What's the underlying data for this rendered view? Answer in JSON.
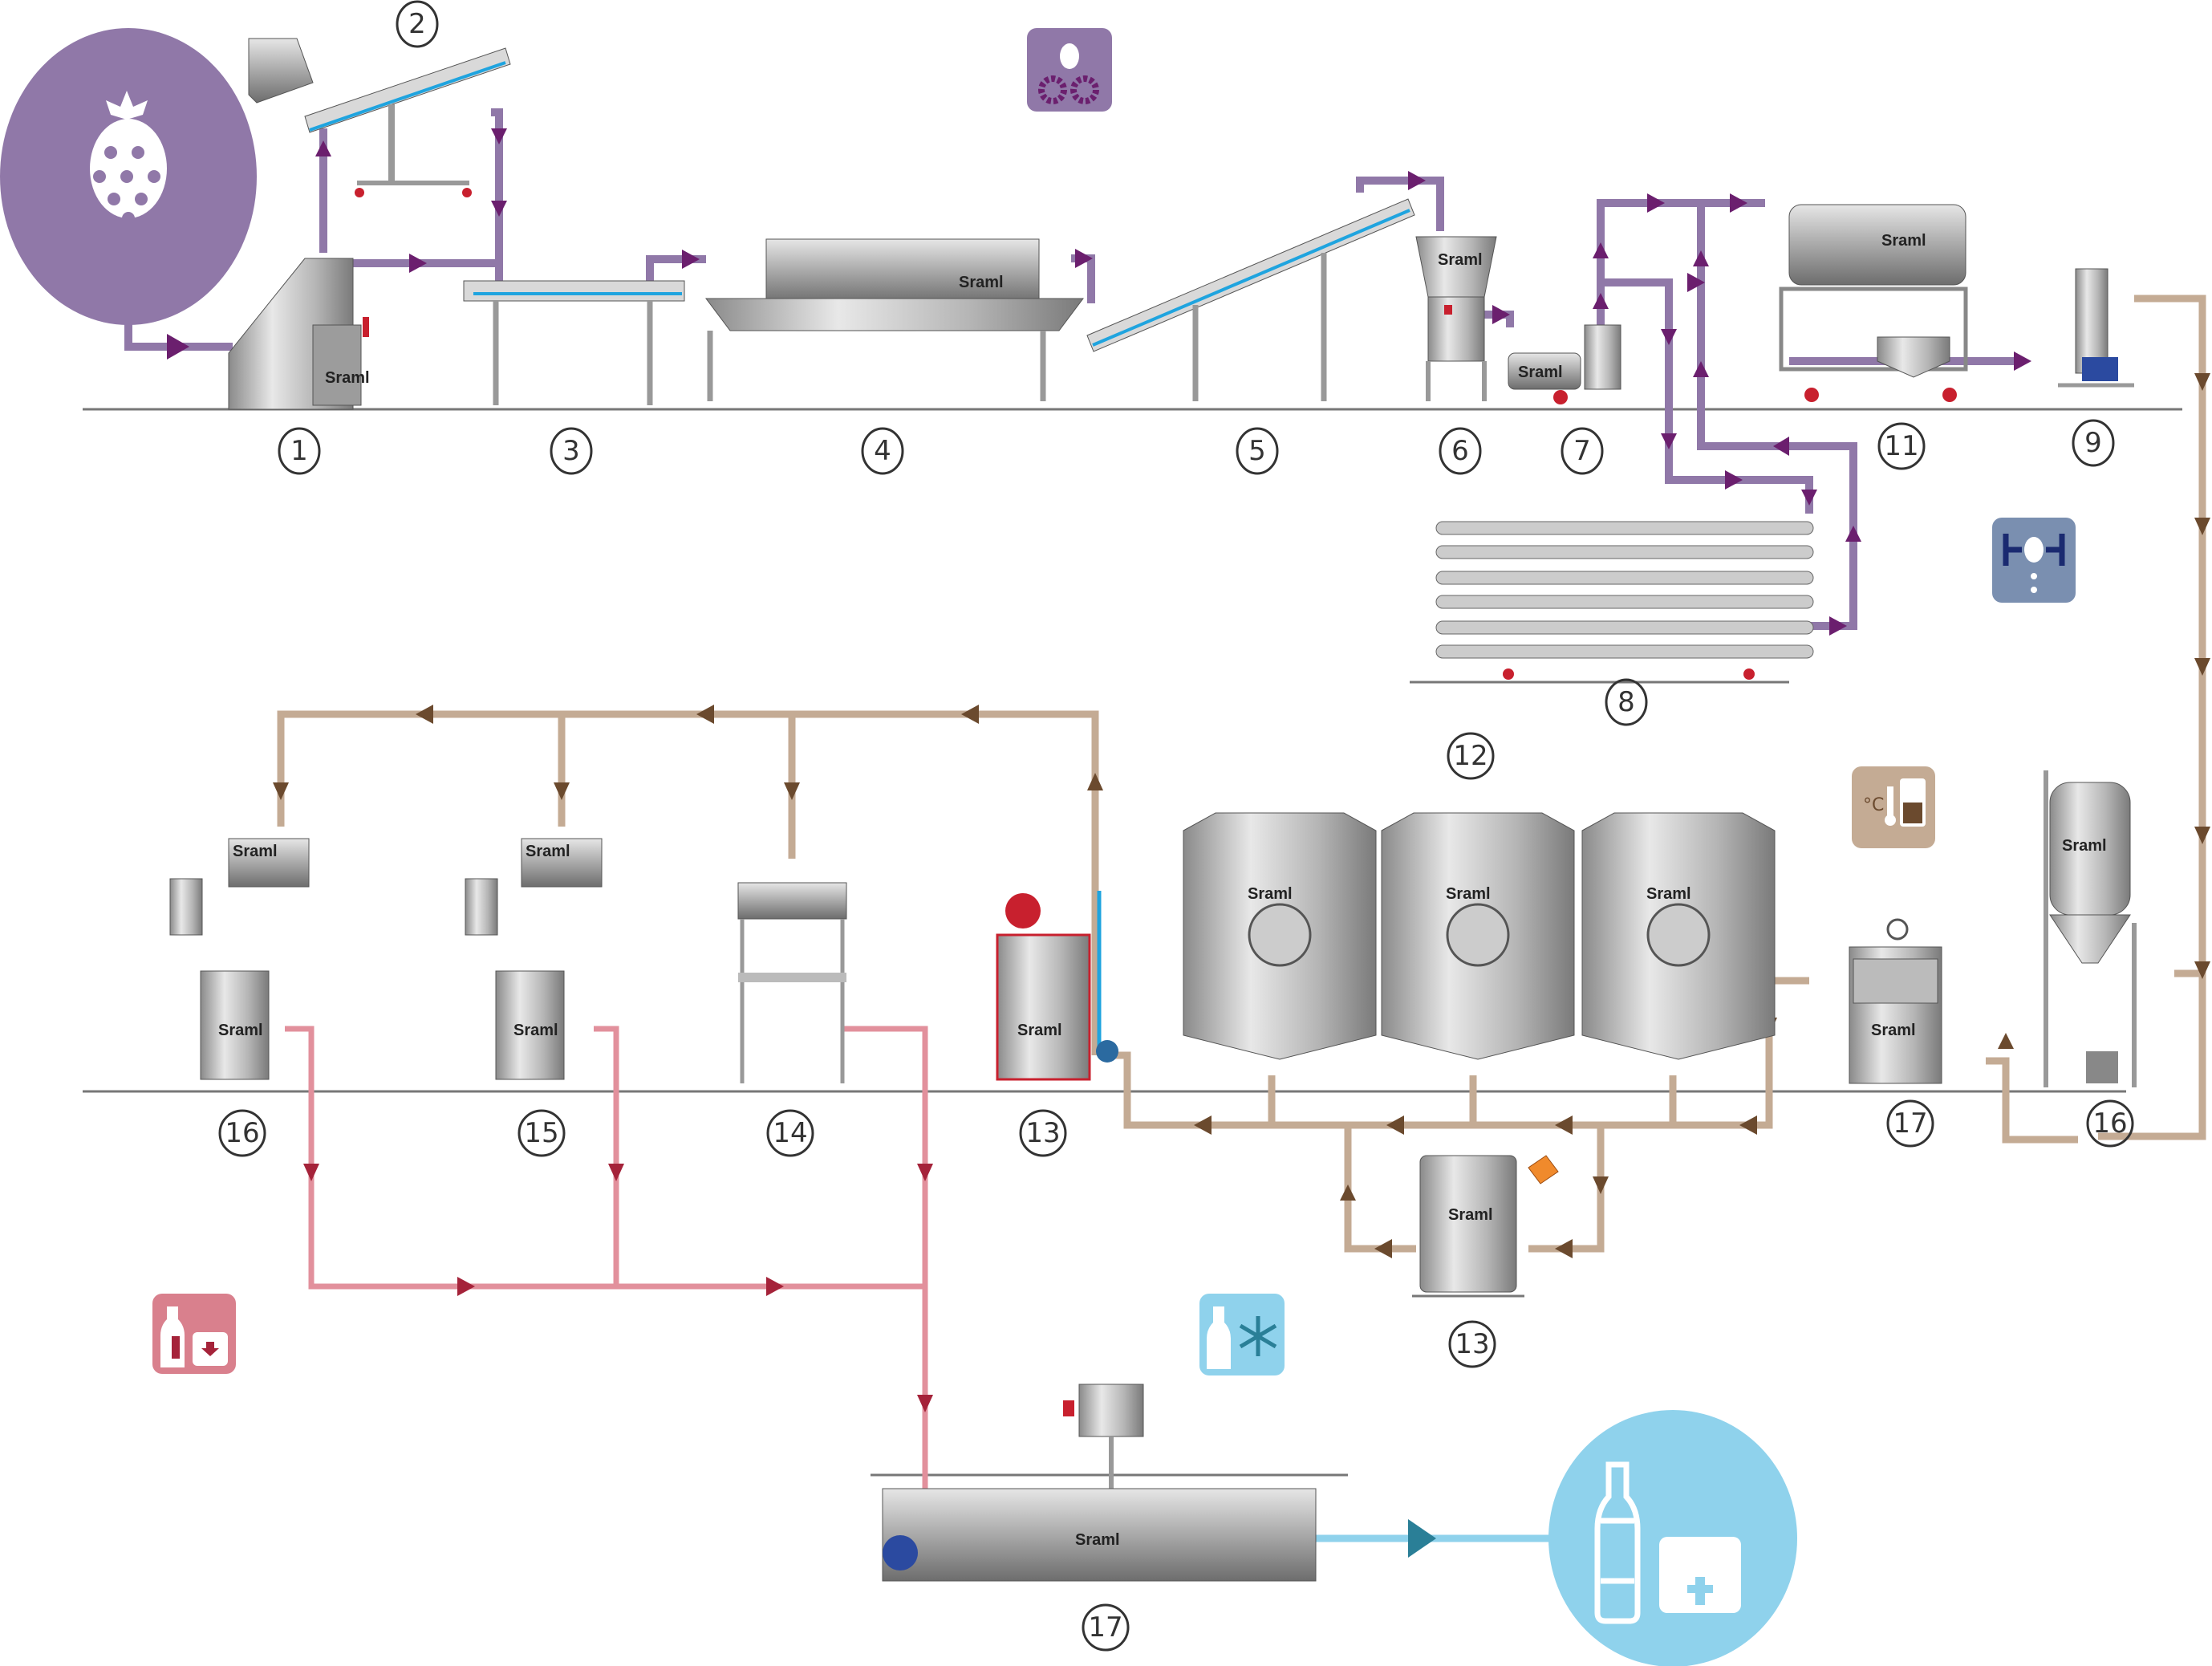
{
  "diagram": {
    "title": "Fruit juice processing line",
    "brand_label": "Sraml",
    "colors": {
      "fruit_line": "#9078a8",
      "fruit_arrow": "#6b1f6e",
      "juice_line": "#c4ab94",
      "juice_arrow": "#6b4a2e",
      "bottling_line": "#e2909c",
      "bottling_arrow": "#a5233a",
      "output_line": "#8fd2ec",
      "output_arrow": "#2a7f97",
      "floor": "#777777",
      "steel": "#a8a8a8"
    },
    "start_icon": {
      "name": "raspberry-icon",
      "description": "Raw fruit input"
    },
    "end_icon": {
      "name": "bottle-and-bag-in-box-icon",
      "description": "Finished packaged juice"
    },
    "legend_icons": [
      {
        "name": "fruit-processing-icon",
        "glyphs": "raspberry + gears",
        "color": "#9078a8"
      },
      {
        "name": "pressing-icon",
        "glyphs": "press with drops",
        "color": "#7a8fb0"
      },
      {
        "name": "heating-storage-icon",
        "glyphs": "thermometer + tank",
        "unit_text": "°C",
        "color": "#c4ab94"
      },
      {
        "name": "bottling-icon",
        "glyphs": "bottle + box",
        "color": "#d9808d"
      },
      {
        "name": "cooling-icon",
        "glyphs": "bottle + snowflake",
        "color": "#8fd2ec"
      }
    ],
    "stations": [
      {
        "id": "1",
        "label": "1",
        "equipment": "fruit washer / elevator"
      },
      {
        "id": "2",
        "label": "2",
        "equipment": "inclined conveyor with hopper"
      },
      {
        "id": "3",
        "label": "3",
        "equipment": "sorting conveyor"
      },
      {
        "id": "4",
        "label": "4",
        "equipment": "roller washer"
      },
      {
        "id": "5",
        "label": "5",
        "equipment": "inclined conveyor"
      },
      {
        "id": "6",
        "label": "6",
        "equipment": "fruit mill"
      },
      {
        "id": "7",
        "label": "7",
        "equipment": "mash pump"
      },
      {
        "id": "8",
        "label": "8",
        "equipment": "tube heat exchanger"
      },
      {
        "id": "11",
        "label": "11",
        "equipment": "pulper / finisher"
      },
      {
        "id": "9",
        "label": "9",
        "equipment": "pump with filter"
      },
      {
        "id": "16a",
        "label": "16",
        "equipment": "vacuum evaporator"
      },
      {
        "id": "17a",
        "label": "17",
        "equipment": "homogenizer"
      },
      {
        "id": "12",
        "label": "12",
        "equipment": "storage tanks (3)"
      },
      {
        "id": "13a",
        "label": "13",
        "equipment": "buffer tank with heater"
      },
      {
        "id": "13b",
        "label": "13",
        "equipment": "pasteurizer unit"
      },
      {
        "id": "14",
        "label": "14",
        "equipment": "gravity filler"
      },
      {
        "id": "15",
        "label": "15",
        "equipment": "bottle filler"
      },
      {
        "id": "16b",
        "label": "16",
        "equipment": "bag-in-box filler"
      },
      {
        "id": "17b",
        "label": "17",
        "equipment": "bottle pasteurizer / cooling tunnel"
      }
    ]
  }
}
